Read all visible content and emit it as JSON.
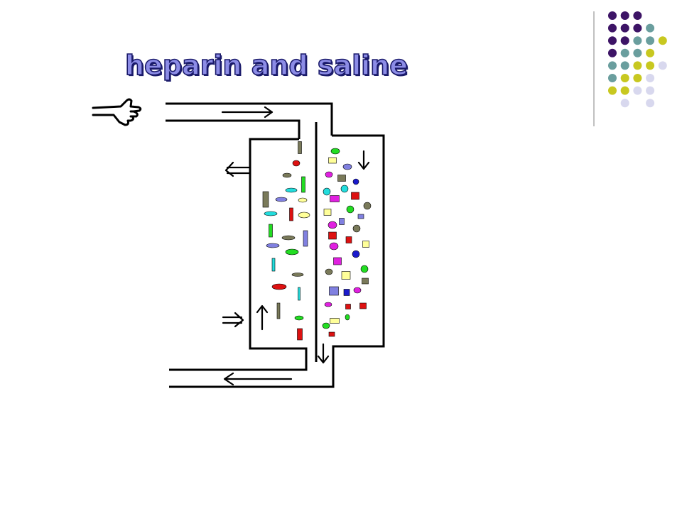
{
  "slide": {
    "title": "heparin and saline"
  },
  "palette": {
    "purple": "#3d1466",
    "teal": "#6a9e9e",
    "yellow": "#c8c820",
    "lavender": "#d8d8ee"
  },
  "dot_grid": [
    [
      "purple",
      "purple",
      "purple",
      null,
      null
    ],
    [
      "purple",
      "purple",
      "purple",
      "teal",
      null
    ],
    [
      "purple",
      "purple",
      "teal",
      "teal",
      "yellow"
    ],
    [
      "purple",
      "teal",
      "teal",
      "yellow",
      null
    ],
    [
      "teal",
      "teal",
      "yellow",
      "yellow",
      "lavender"
    ],
    [
      "teal",
      "yellow",
      "yellow",
      "lavender",
      null
    ],
    [
      "yellow",
      "yellow",
      "lavender",
      "lavender",
      null
    ],
    [
      null,
      "lavender",
      null,
      "lavender",
      null
    ]
  ],
  "particle_colors": {
    "green": "#22dd22",
    "red": "#dd1111",
    "olive": "#7a7a5a",
    "blue": "#1a1acc",
    "periwinkle": "#8080e0",
    "magenta": "#e020e0",
    "cyan": "#22dddd",
    "yellow": "#ffff99"
  }
}
